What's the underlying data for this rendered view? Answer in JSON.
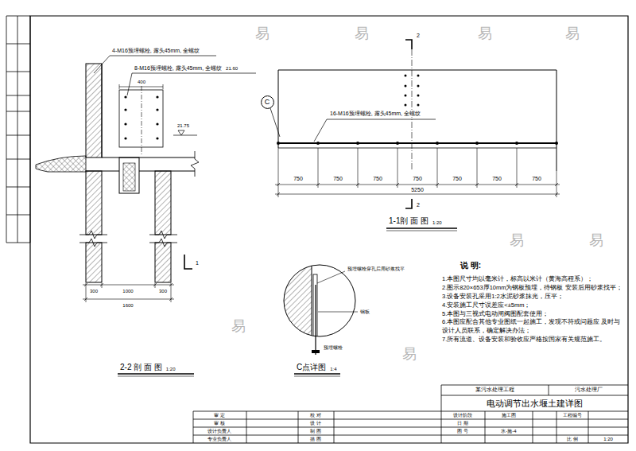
{
  "diagram": {
    "nodes": [
      {
        "text": [
          "C"
        ]
      }
    ],
    "labels": [
      "4-M16预埋螺栓, 露头45mm, 全螺纹",
      "8-M16预埋螺栓, 露头45mm, 全螺纹",
      "21.60",
      "21.75",
      "400",
      "300",
      "1000",
      "300",
      "1600",
      "1",
      "2-2 剖 面 图",
      "1:20",
      "16-M16预埋螺栓, 露头45mm, 全螺纹",
      "750",
      "750",
      "750",
      "750",
      "750",
      "750",
      "750",
      "5250",
      "2",
      "2",
      "1-1剖 面 图",
      "1:20",
      "预埋螺栓穿孔后用砂浆找平",
      "钢板",
      "预埋螺栓",
      "C点详图",
      "1:4",
      "说 明:",
      "1.本图尺寸均以毫米计，标高以米计（黄海高程系）；",
      "2.图示820×653厚10mm为钢板预埋，待钢板 安装后用砂浆找平；",
      "3.设备安装孔采用1:2水泥砂浆抹光，压平；",
      "4.安装施工尺寸误差应<±5mm；",
      "5.本图与三视式电动闸阀图配套使用；",
      "6.本图应配合其他专业图纸一起施工，发现不符或问题应 及时与设计人员联系，确定解决办法；",
      "7.所有流道、设备安装和验收应严格按国家有关规范施工。",
      "某污水处理工程",
      "污水处理厂",
      "电动调节出水堰土建详图",
      "审 定",
      "校 对",
      "设计阶段",
      "施工图",
      "工程编号",
      "审 核",
      "设 计",
      "日 期",
      "设计负责人",
      "制 图",
      "图 号",
      "水-施-4",
      "专业负责人",
      "描 图",
      "比 例",
      "1:20",
      "易",
      "易",
      "易",
      "易",
      "易",
      "易",
      "易",
      "易"
    ]
  }
}
